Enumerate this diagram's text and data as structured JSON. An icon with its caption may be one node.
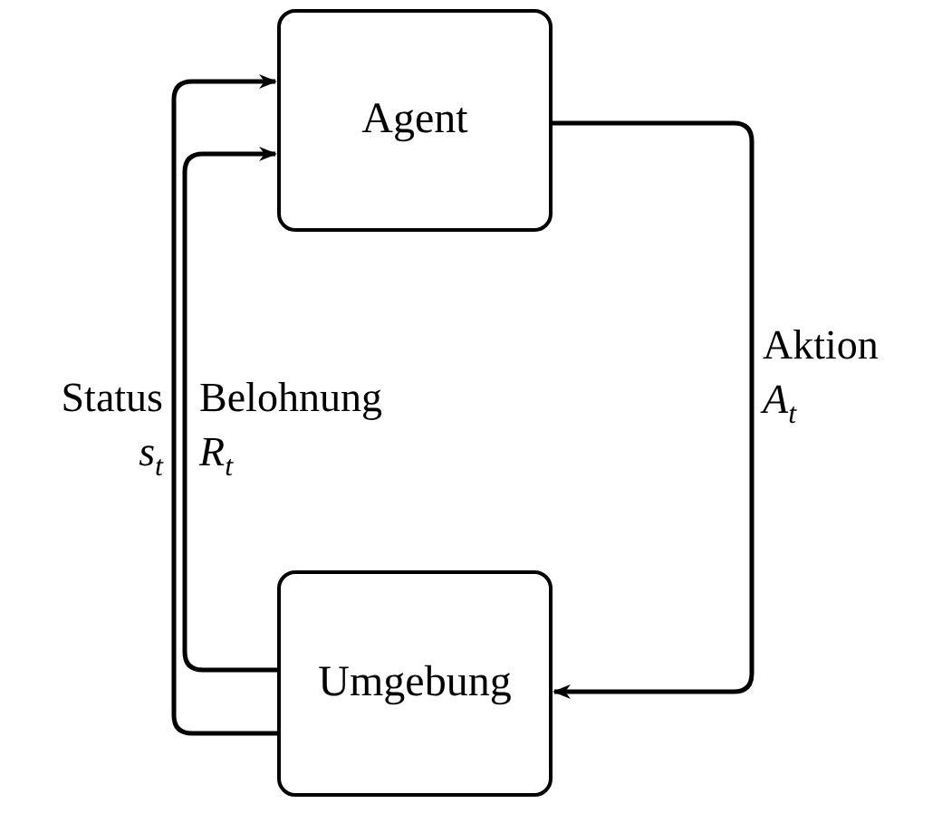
{
  "diagram": {
    "nodes": [
      {
        "text": [
          "Agent"
        ]
      },
      {
        "text": [
          "Umgebung"
        ]
      }
    ],
    "edges": [
      {
        "from": 0,
        "to": 1,
        "arrow": "to",
        "label": "Aktion *A*$_{t}$"
      },
      {
        "from": 1,
        "to": 0,
        "arrow": "to",
        "label": "Belohnung *R*$_{t}$"
      },
      {
        "from": 1,
        "to": 0,
        "arrow": "to",
        "label": "Status *s*$_{t}$"
      }
    ]
  }
}
